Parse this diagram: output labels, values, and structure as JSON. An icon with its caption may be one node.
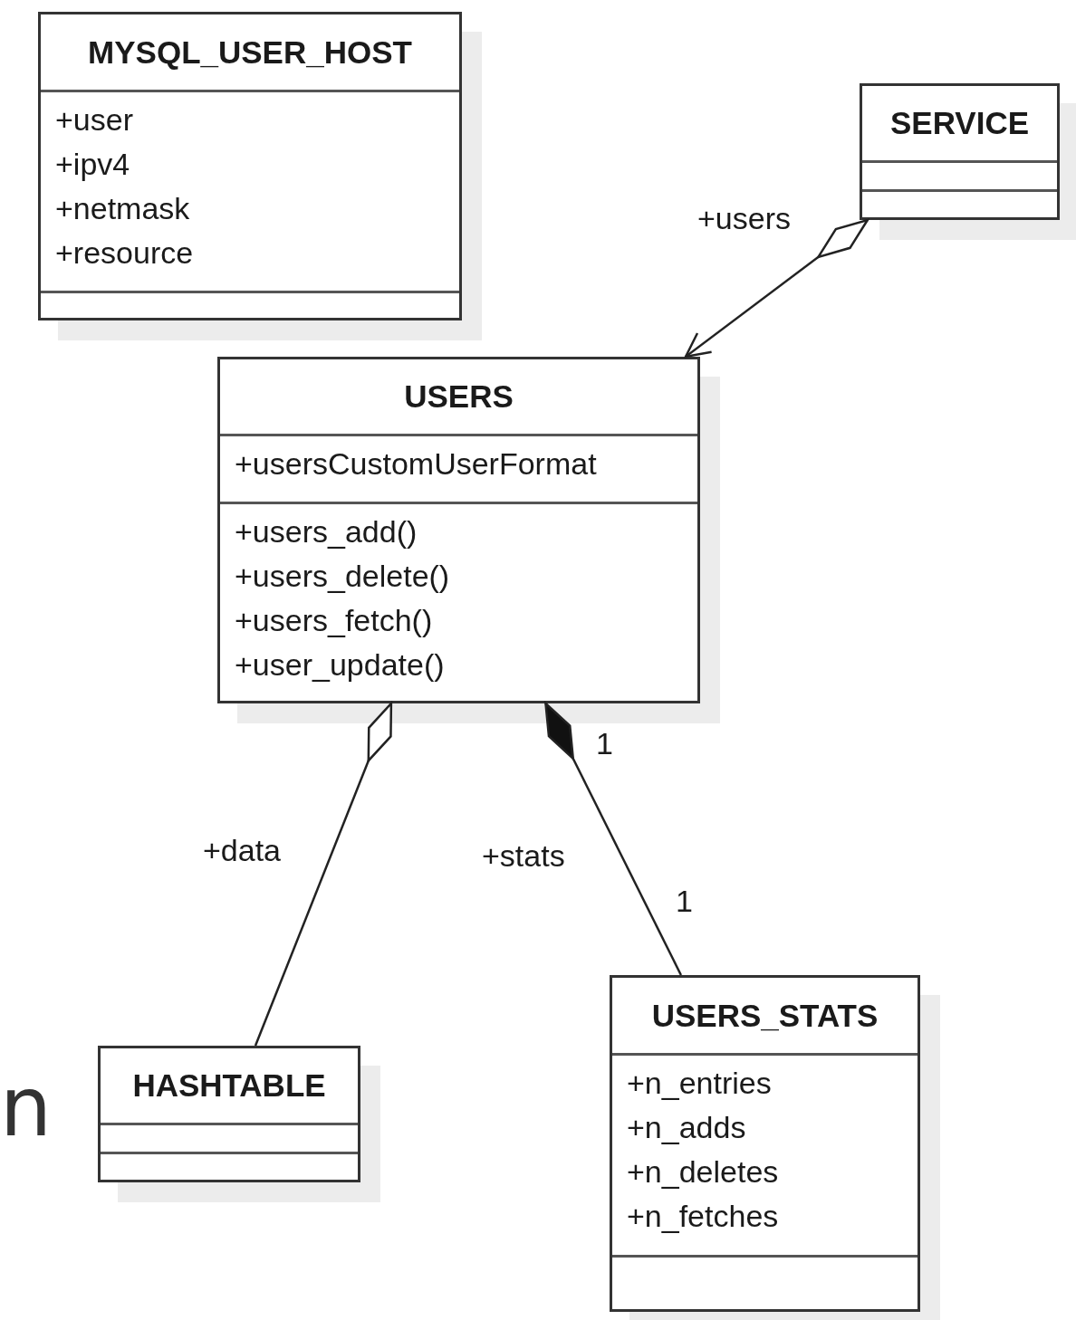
{
  "diagram": {
    "nodes": [
      {
        "text": [
          "MYSQL_USER_HOST",
          "+user",
          "+ipv4",
          "+netmask",
          "+resource"
        ]
      },
      {
        "text": [
          "SERVICE"
        ]
      },
      {
        "text": [
          "USERS",
          "+usersCustomUserFormat",
          "+users_add()",
          "+users_delete()",
          "+users_fetch()",
          "+user_update()"
        ]
      },
      {
        "text": [
          "HASHTABLE"
        ]
      },
      {
        "text": [
          "USERS_STATS",
          "+n_entries",
          "+n_adds",
          "+n_deletes",
          "+n_fetches"
        ]
      }
    ],
    "edges": [
      {
        "from": 1,
        "to": 2,
        "arrow": "to",
        "label": "+users"
      },
      {
        "from": 2,
        "to": 3,
        "arrow": "other",
        "label": "+data"
      },
      {
        "from": 2,
        "to": 4,
        "arrow": "other",
        "label": "+stats"
      }
    ],
    "labels": [
      "1",
      "1",
      "n"
    ]
  }
}
